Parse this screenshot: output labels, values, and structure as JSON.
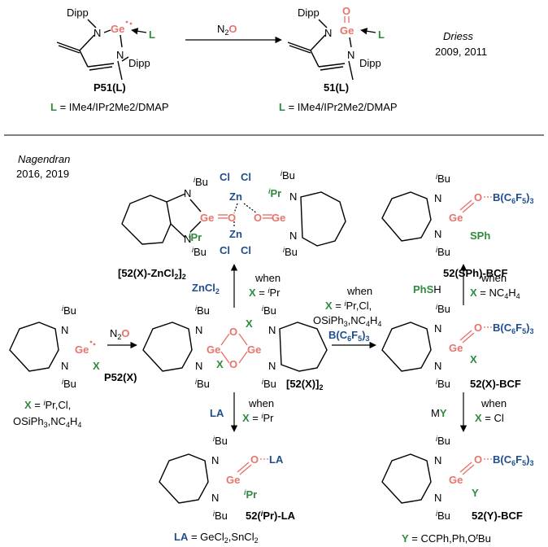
{
  "top": {
    "reagent_n2": "N",
    "reagent_2": "2",
    "reagent_o": "O",
    "credit": "Driess",
    "credit_years": "2009, 2011",
    "left_label": "P51(L)",
    "right_label": "51(L)",
    "l_def_left": "L",
    "l_def_text": " = IMe4/IPr2Me2/DMAP",
    "dipp": "Dipp",
    "ge": "Ge",
    "n": "N",
    "l": "L",
    "o": "O"
  },
  "bottom": {
    "credit": "Nagendran",
    "credit_years": "2016, 2019",
    "ibu": "Bu",
    "i": "i",
    "ipr": "Pr",
    "ge": "Ge",
    "n": "N",
    "o": "O",
    "x": "X",
    "y": "Y",
    "cl": "Cl",
    "zn": "Zn",
    "bcf": "B(C6F5)3",
    "la": "LA",
    "sph": "SPh",
    "labels": {
      "znCl2_dimer": "[52(X)-ZnCl2]2",
      "sph_bcf": "52(SPh)-BCF",
      "p52x": "P52(X)",
      "dimer": "[52(X)]2",
      "x_bcf": "52(X)-BCF",
      "ipr_la": "52(iPr)-LA",
      "y_bcf": "52(Y)-BCF"
    },
    "conditions": {
      "zncl2": "ZnCl2",
      "when": "when",
      "x_ipr": "X = iPr",
      "mid_x": "X = iPr,Cl,",
      "mid_osi": "OSiPh3,NC4H4",
      "bcf": "B(C6F5)3",
      "phsh": "PhSH",
      "x_nc4h4": "X = NC4H4",
      "la": "LA",
      "my": "MY",
      "x_cl": "X = Cl"
    },
    "x_def": "X = iPr,Cl,",
    "x_def2": "OSiPh3,NC4H4",
    "la_def": "LA = GeCl2,SnCl2",
    "y_def": "Y = CCPh,Ph,OtBu"
  }
}
